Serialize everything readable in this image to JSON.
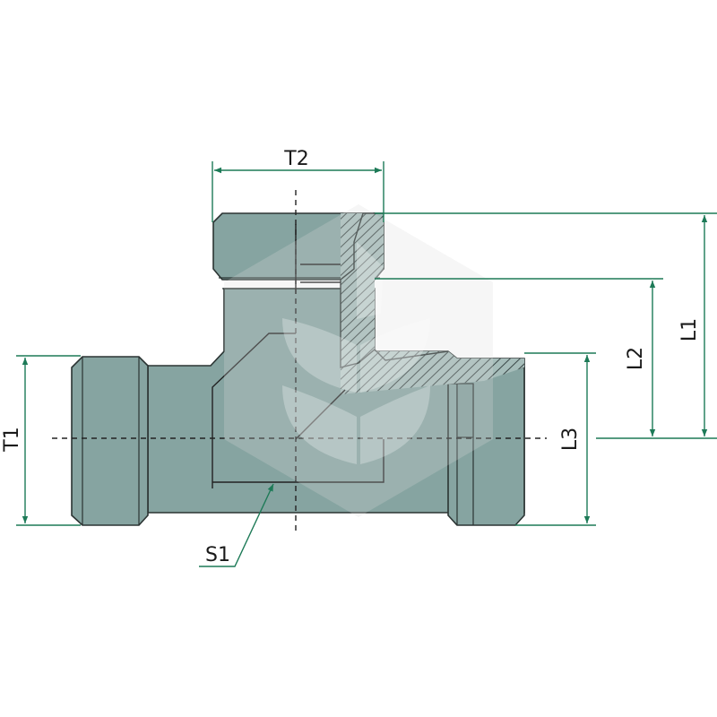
{
  "diagram": {
    "labels": {
      "t1": "T1",
      "t2": "T2",
      "l1": "L1",
      "l2": "L2",
      "l3": "L3",
      "s1": "S1"
    },
    "colors": {
      "body": "#86a4a1",
      "dimension": "#1d7a57",
      "outline": "#2b3433",
      "watermark": "#d9d9d9"
    },
    "watermark_icon": "plant-leaf-hexagon-logo"
  }
}
